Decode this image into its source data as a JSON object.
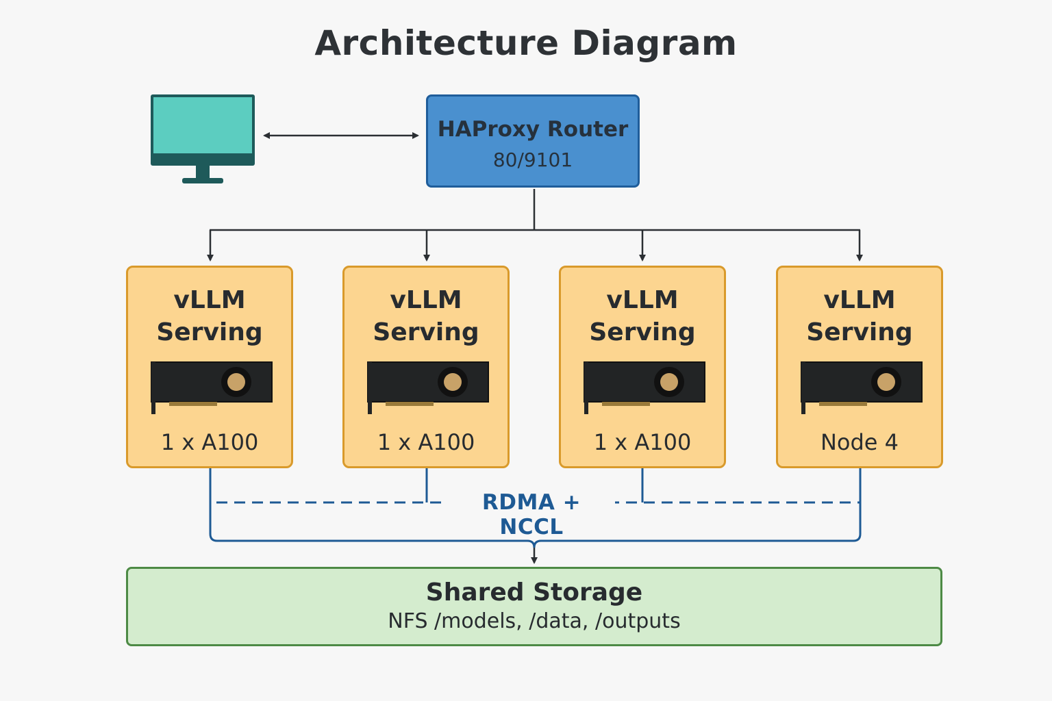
{
  "title": "Architecture Diagram",
  "client": {
    "icon": "monitor-icon"
  },
  "router": {
    "name": "HAProxy Router",
    "ports": "80/9101"
  },
  "nodes": [
    {
      "title": "vLLM Serving",
      "icon": "gpu-card-icon",
      "caption": "1 x A100"
    },
    {
      "title": "vLLM Serving",
      "icon": "gpu-card-icon",
      "caption": "1 x A100"
    },
    {
      "title": "vLLM Serving",
      "icon": "gpu-card-icon",
      "caption": "1 x A100"
    },
    {
      "title": "vLLM Serving",
      "icon": "gpu-card-icon",
      "caption": "Node 4"
    }
  ],
  "interconnect": {
    "label": "RDMA + NCCL"
  },
  "storage": {
    "name": "Shared Storage",
    "description": "NFS /models, /data, /outputs"
  },
  "colors": {
    "router_fill": "#4a90cf",
    "node_fill": "#fcd590",
    "storage_fill": "#d4ecce",
    "monitor_screen": "#5ccdc0",
    "monitor_frame": "#1e5a5a",
    "interconnect_line": "#1e5a94"
  }
}
